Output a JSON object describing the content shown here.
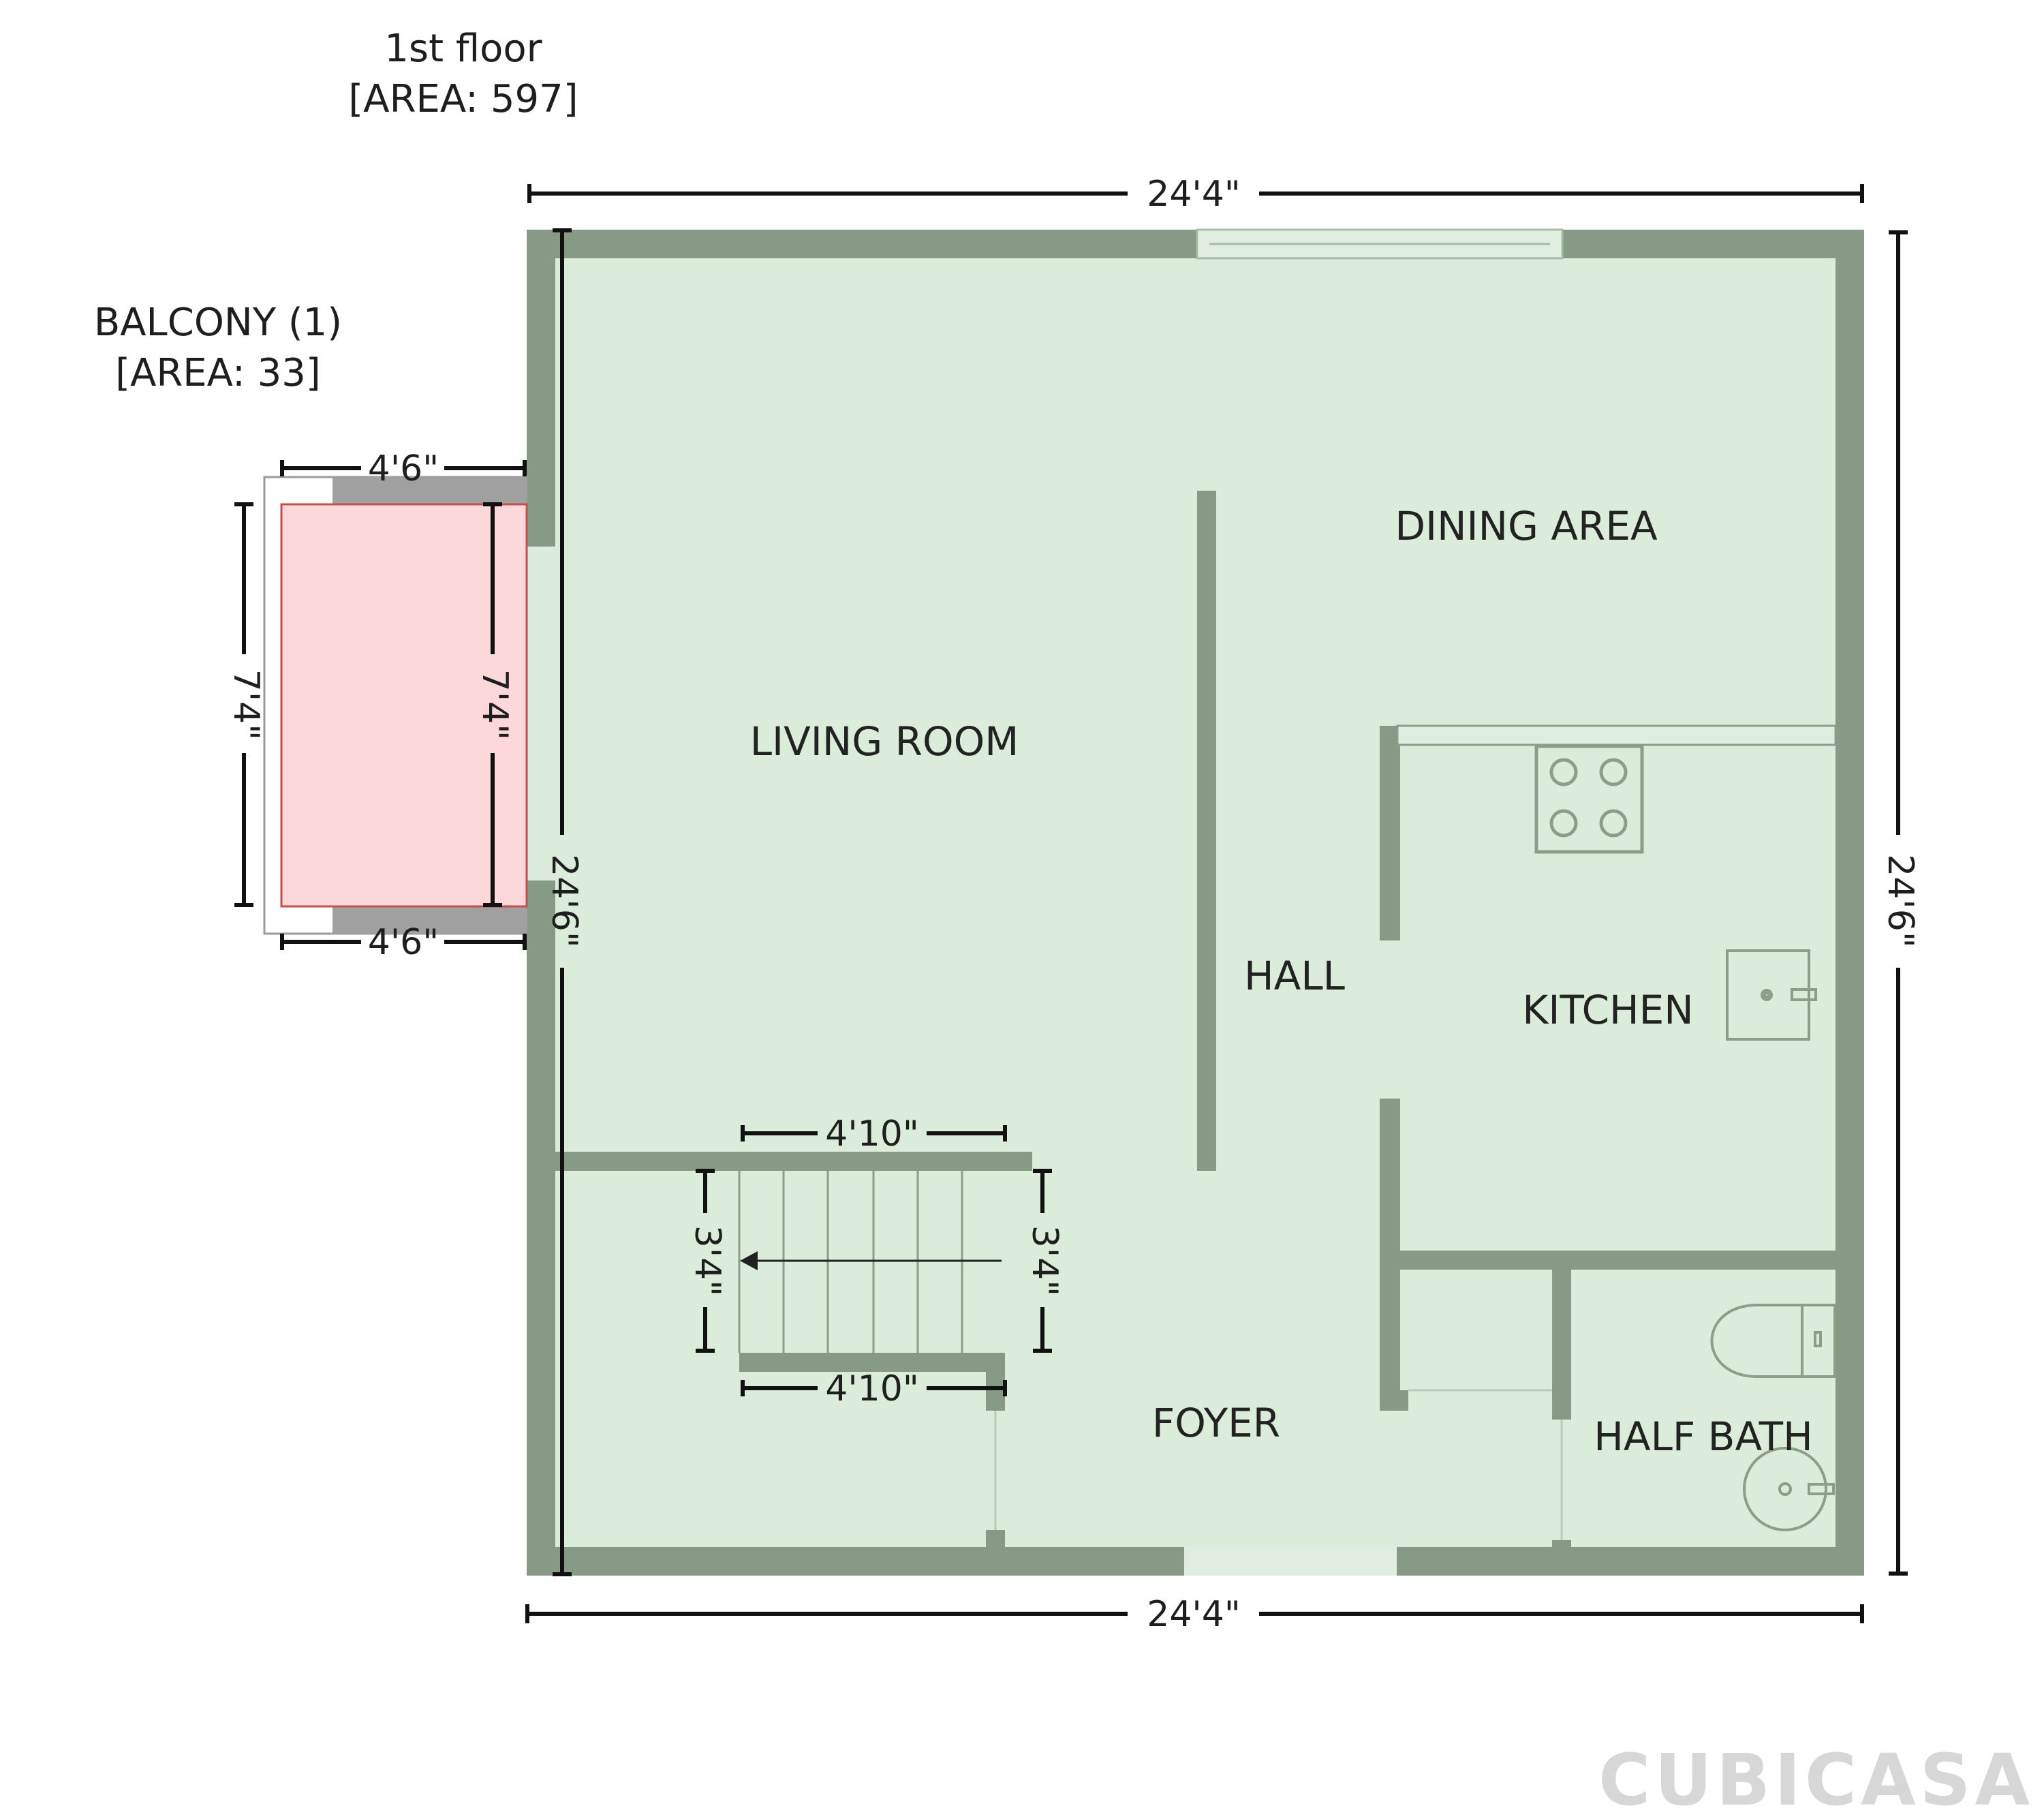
{
  "floor": {
    "name": "1st floor",
    "area": "[AREA: 597]"
  },
  "balcony": {
    "name": "BALCONY (1)",
    "area": "[AREA: 33]",
    "dim_top": "4'6\"",
    "dim_bottom": "4'6\"",
    "dim_left": "7'4\"",
    "dim_inner": "7'4\""
  },
  "dimensions": {
    "top": "24'4\"",
    "bottom": "24'4\"",
    "right": "24'6\"",
    "left_inner": "24'6\""
  },
  "stairs": {
    "dim_top": "4'10\"",
    "dim_bottom": "4'10\"",
    "dim_left": "3'4\"",
    "dim_right": "3'4\""
  },
  "rooms": {
    "living_room": "LIVING ROOM",
    "dining_area": "DINING AREA",
    "hall": "HALL",
    "kitchen": "KITCHEN",
    "foyer": "FOYER",
    "half_bath": "HALF BATH"
  },
  "brand": "CUBICASA",
  "colors": {
    "floor_fill": "#dbecdb",
    "wall": "#879a85",
    "balcony_fill": "#fdd8da",
    "balcony_wall": "#a0a0a0",
    "fixture_line": "#8a9e88"
  }
}
